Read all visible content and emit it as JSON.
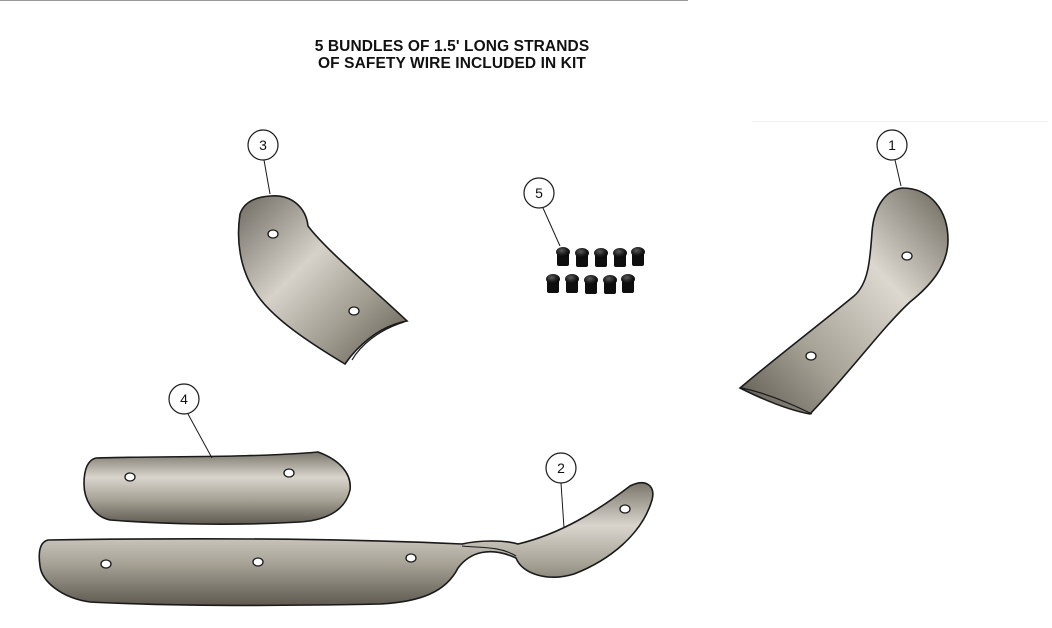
{
  "note": {
    "line1": "5 BUNDLES OF 1.5' LONG STRANDS",
    "line2": "OF SAFETY WIRE INCLUDED IN KIT"
  },
  "balloons": [
    {
      "label": "1",
      "part": "upper-right-shield"
    },
    {
      "label": "2",
      "part": "long-lower-shield"
    },
    {
      "label": "3",
      "part": "upper-left-shield"
    },
    {
      "label": "4",
      "part": "short-lower-shield"
    },
    {
      "label": "5",
      "part": "fasteners"
    }
  ],
  "colors": {
    "metal_light": "#d7d3cb",
    "metal_mid": "#a9a498",
    "metal_dark": "#6f6a5f",
    "outline": "#1a1a1a",
    "fastener": "#121212"
  },
  "fastener_count": 10
}
